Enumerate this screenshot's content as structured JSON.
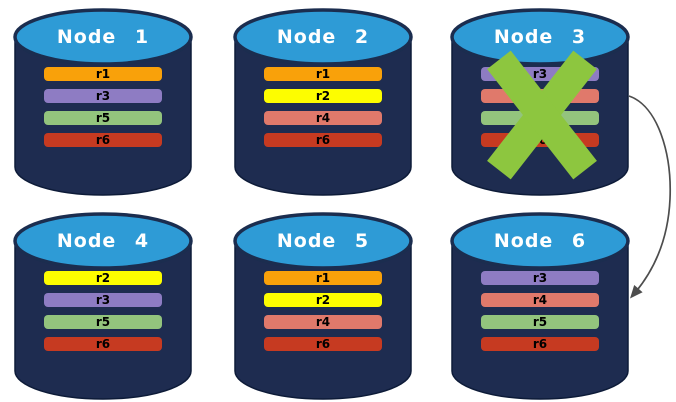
{
  "palette": {
    "background": "#FFFFFF",
    "cylinder_body": "#1E2C50",
    "cylinder_outline": "#0D1B38",
    "cylinder_top_fill": "#2E9BD6",
    "cylinder_top_outline": "#1B2D4F",
    "title_color": "#FFFFFF",
    "row_text_color": "#000000",
    "failure_x_color": "#8DC63F",
    "arrow_color": "#4D4D4D"
  },
  "row_colors": {
    "r1": "#F9A10A",
    "r2": "#FDFD00",
    "r3": "#8E7CC3",
    "r4": "#E0796B",
    "r5": "#93C47D",
    "r6": "#C63A21"
  },
  "nodes": [
    {
      "label": "Node 1",
      "failed": false,
      "rows": [
        {
          "label": "r1",
          "color": "#F9A10A"
        },
        {
          "label": "r3",
          "color": "#8E7CC3"
        },
        {
          "label": "r5",
          "color": "#93C47D"
        },
        {
          "label": "r6",
          "color": "#C63A21"
        }
      ]
    },
    {
      "label": "Node 2",
      "failed": false,
      "rows": [
        {
          "label": "r1",
          "color": "#F9A10A"
        },
        {
          "label": "r2",
          "color": "#FDFD00"
        },
        {
          "label": "r4",
          "color": "#E0796B"
        },
        {
          "label": "r6",
          "color": "#C63A21"
        }
      ]
    },
    {
      "label": "Node 3",
      "failed": true,
      "rows": [
        {
          "label": "r3",
          "color": "#8E7CC3"
        },
        {
          "label": "r4",
          "color": "#E0796B"
        },
        {
          "label": "r5",
          "color": "#93C47D"
        },
        {
          "label": "r6",
          "color": "#C63A21"
        }
      ]
    },
    {
      "label": "Node 4",
      "failed": false,
      "rows": [
        {
          "label": "r2",
          "color": "#FDFD00"
        },
        {
          "label": "r3",
          "color": "#8E7CC3"
        },
        {
          "label": "r5",
          "color": "#93C47D"
        },
        {
          "label": "r6",
          "color": "#C63A21"
        }
      ]
    },
    {
      "label": "Node 5",
      "failed": false,
      "rows": [
        {
          "label": "r1",
          "color": "#F9A10A"
        },
        {
          "label": "r2",
          "color": "#FDFD00"
        },
        {
          "label": "r4",
          "color": "#E0796B"
        },
        {
          "label": "r6",
          "color": "#C63A21"
        }
      ]
    },
    {
      "label": "Node 6",
      "failed": false,
      "rows": [
        {
          "label": "r3",
          "color": "#8E7CC3"
        },
        {
          "label": "r4",
          "color": "#E0796B"
        },
        {
          "label": "r5",
          "color": "#93C47D"
        },
        {
          "label": "r6",
          "color": "#C63A21"
        }
      ]
    }
  ],
  "arrow": {
    "from": "Node 3",
    "to": "Node 6"
  }
}
